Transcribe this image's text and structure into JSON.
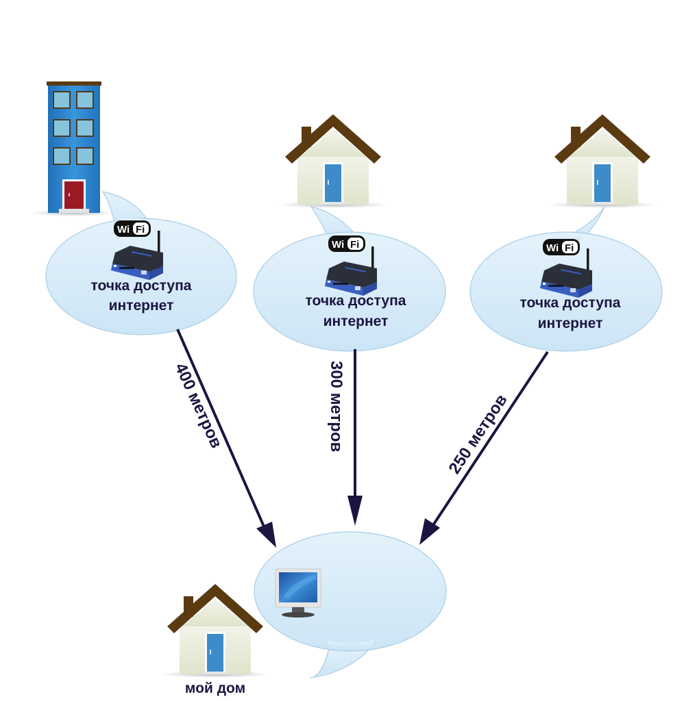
{
  "diagram": {
    "title": "",
    "access_points": [
      {
        "id": "ap-office",
        "building": "office-building",
        "wifi_badge": {
          "left": "Wi",
          "right": "Fi"
        },
        "label_line1": "точка доступа",
        "label_line2": "интернет",
        "distance_label": "400 метров",
        "distance_m": 400
      },
      {
        "id": "ap-house-1",
        "building": "house",
        "wifi_badge": {
          "left": "Wi",
          "right": "Fi"
        },
        "label_line1": "точка доступа",
        "label_line2": "интернет",
        "distance_label": "300 метров",
        "distance_m": 300
      },
      {
        "id": "ap-house-2",
        "building": "house",
        "wifi_badge": {
          "left": "Wi",
          "right": "Fi"
        },
        "label_line1": "точка доступа",
        "label_line2": "интернет",
        "distance_label": "250 метров",
        "distance_m": 250
      }
    ],
    "destination": {
      "device": "computer-monitor",
      "building": "house",
      "label": "мой дом"
    },
    "colors": {
      "bubble_fill": "#d6ebf8",
      "bubble_stroke": "#a9cde6",
      "arrow": "#1b1540",
      "text": "#1b1540",
      "roof": "#5b3a12",
      "house_wall": "#eef0e2",
      "door_blue": "#3d8cc9",
      "office_blue": "#2a7fc9",
      "office_door": "#9b1a24",
      "router_blue": "#3a5ec0"
    }
  }
}
